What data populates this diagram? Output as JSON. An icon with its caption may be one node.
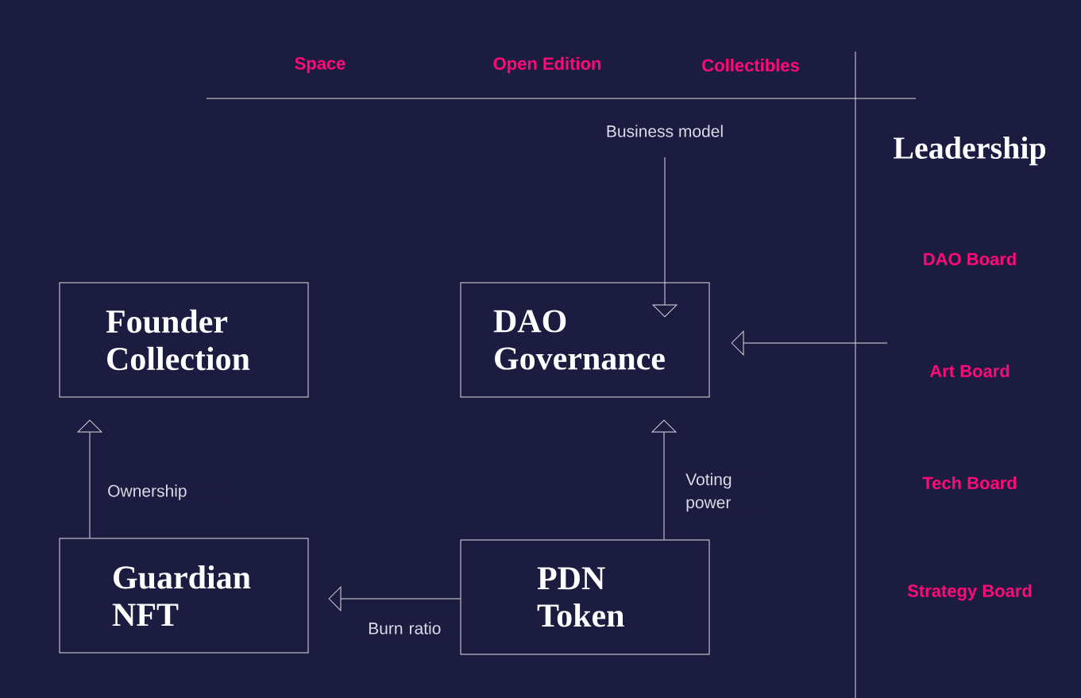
{
  "diagram": {
    "nodes": [
      {
        "text": [
          "Founder Collection"
        ]
      },
      {
        "text": [
          "DAO Governance"
        ]
      },
      {
        "text": [
          "Guardian NFT"
        ]
      },
      {
        "text": [
          "PDN Token"
        ]
      },
      {
        "text": [
          "Business model"
        ]
      }
    ],
    "edges": [
      {
        "from": 4,
        "to": 1,
        "arrow": "to"
      },
      {
        "from": null,
        "to": 1,
        "arrow": "to"
      },
      {
        "from": 2,
        "to": 0,
        "arrow": "to",
        "label": "Ownership"
      },
      {
        "from": 3,
        "to": 1,
        "arrow": "to",
        "label": "Voting power"
      },
      {
        "from": 3,
        "to": 2,
        "arrow": "to",
        "label": "Burn ratio"
      }
    ],
    "labels": [
      "Space",
      "Open Edition",
      "Collectibles",
      "Leadership",
      "DAO Board",
      "Art Board",
      "Tech Board",
      "Strategy Board"
    ]
  }
}
